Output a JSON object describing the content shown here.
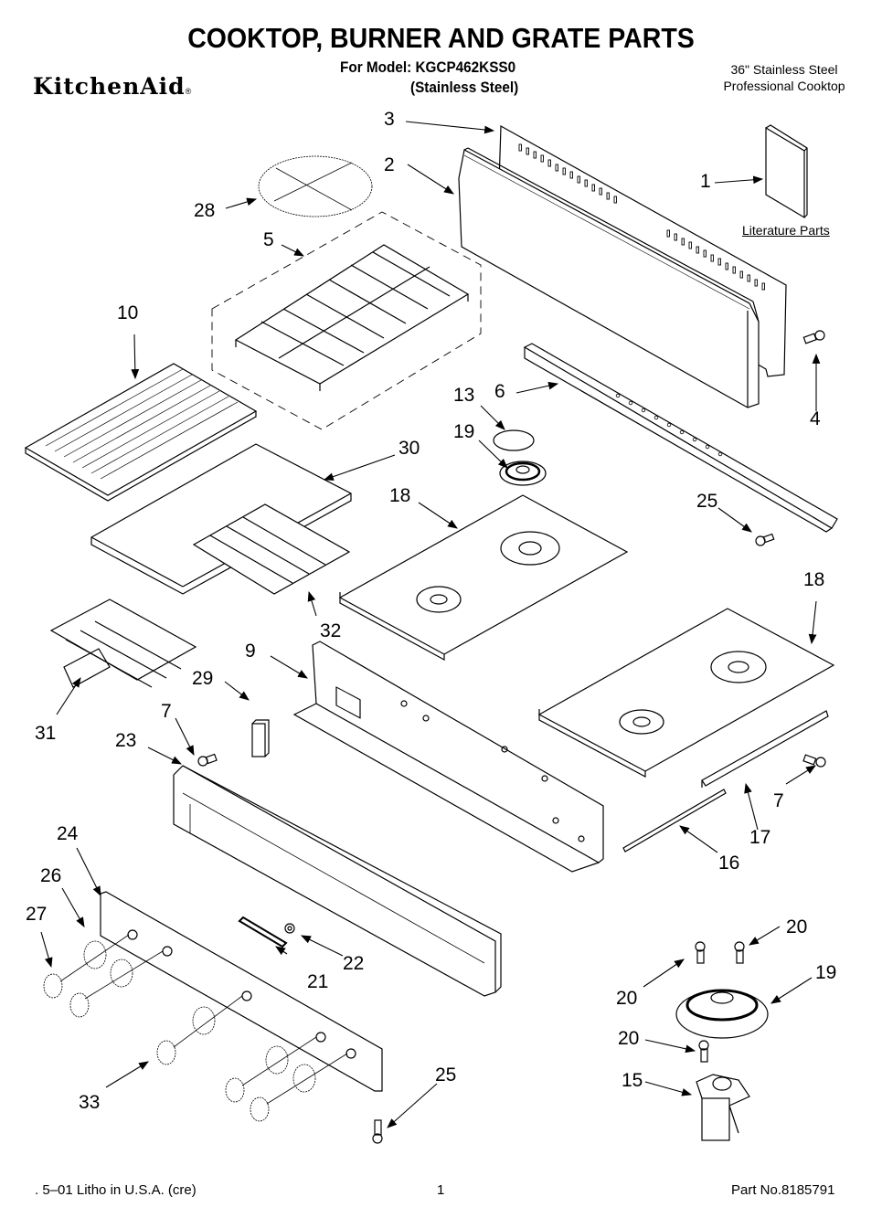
{
  "header": {
    "title": "COOKTOP, BURNER AND GRATE PARTS",
    "model_line": "For Model: KGCP462KSS0",
    "finish_line": "(Stainless Steel)",
    "description_line1": "36\" Stainless Steel",
    "description_line2": "Professional Cooktop",
    "brand": "KitchenAid",
    "brand_mark": "®"
  },
  "literature_label": "Literature Parts",
  "callouts": [
    {
      "id": "c1",
      "label": "1"
    },
    {
      "id": "c2",
      "label": "2"
    },
    {
      "id": "c3",
      "label": "3"
    },
    {
      "id": "c4",
      "label": "4"
    },
    {
      "id": "c5",
      "label": "5"
    },
    {
      "id": "c6",
      "label": "6"
    },
    {
      "id": "c7a",
      "label": "7"
    },
    {
      "id": "c7b",
      "label": "7"
    },
    {
      "id": "c9",
      "label": "9"
    },
    {
      "id": "c10",
      "label": "10"
    },
    {
      "id": "c13",
      "label": "13"
    },
    {
      "id": "c15",
      "label": "15"
    },
    {
      "id": "c16",
      "label": "16"
    },
    {
      "id": "c17",
      "label": "17"
    },
    {
      "id": "c18a",
      "label": "18"
    },
    {
      "id": "c18b",
      "label": "18"
    },
    {
      "id": "c19a",
      "label": "19"
    },
    {
      "id": "c19b",
      "label": "19"
    },
    {
      "id": "c20a",
      "label": "20"
    },
    {
      "id": "c20b",
      "label": "20"
    },
    {
      "id": "c20c",
      "label": "20"
    },
    {
      "id": "c21",
      "label": "21"
    },
    {
      "id": "c22",
      "label": "22"
    },
    {
      "id": "c23",
      "label": "23"
    },
    {
      "id": "c24",
      "label": "24"
    },
    {
      "id": "c25a",
      "label": "25"
    },
    {
      "id": "c25b",
      "label": "25"
    },
    {
      "id": "c26",
      "label": "26"
    },
    {
      "id": "c27",
      "label": "27"
    },
    {
      "id": "c28",
      "label": "28"
    },
    {
      "id": "c29",
      "label": "29"
    },
    {
      "id": "c30",
      "label": "30"
    },
    {
      "id": "c31",
      "label": "31"
    },
    {
      "id": "c32",
      "label": "32"
    },
    {
      "id": "c33",
      "label": "33"
    }
  ],
  "footer": {
    "left": ". 5–01 Litho in U.S.A. (cre)",
    "page": "1",
    "part_no": "Part No.8185791"
  }
}
